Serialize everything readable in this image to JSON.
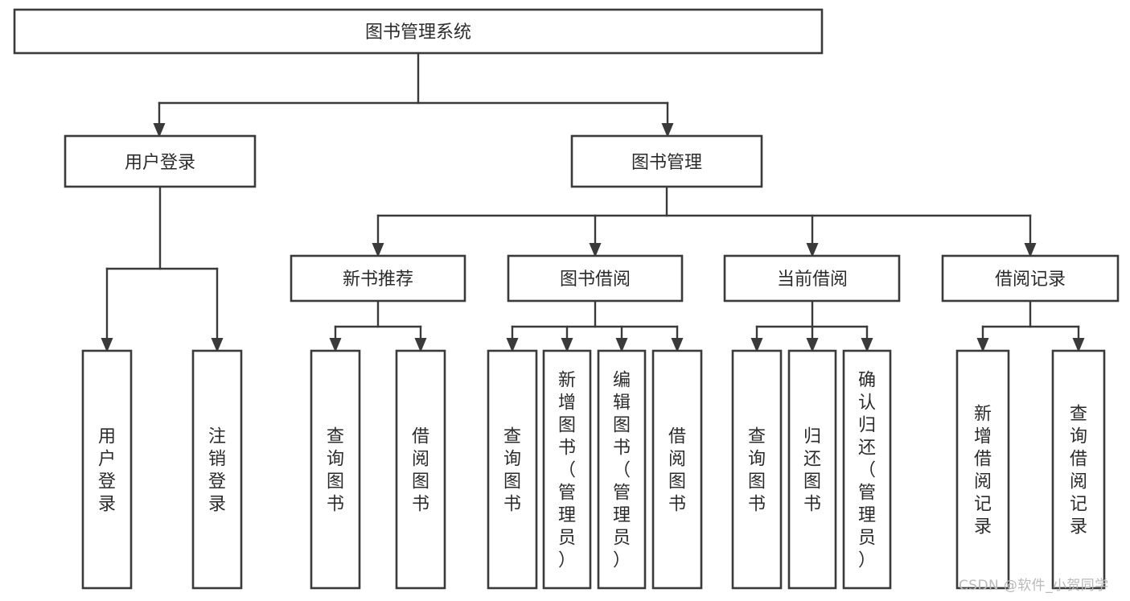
{
  "diagram": {
    "type": "tree",
    "title": "图书管理系统",
    "watermark": "CSDN @软件_小贺同学",
    "colors": {
      "box_stroke": "#3a3a3a",
      "box_fill": "#ffffff",
      "connector": "#3a3a3a",
      "text": "#2b2b2b",
      "watermark": "#b9b9b9",
      "background": "#ffffff"
    },
    "levels": {
      "root": {
        "label": "图书管理系统"
      },
      "level2": [
        {
          "label": "用户登录"
        },
        {
          "label": "图书管理"
        }
      ],
      "level3": [
        {
          "label": "新书推荐"
        },
        {
          "label": "图书借阅"
        },
        {
          "label": "当前借阅"
        },
        {
          "label": "借阅记录"
        }
      ]
    },
    "leaves": {
      "user_login": [
        {
          "label": "用户登录"
        },
        {
          "label": "注销登录"
        }
      ],
      "new_book_recommend": [
        {
          "label": "查询图书"
        },
        {
          "label": "借阅图书"
        }
      ],
      "book_borrow": [
        {
          "label": "查询图书"
        },
        {
          "label": "新增图书（管理员）"
        },
        {
          "label": "编辑图书（管理员）"
        },
        {
          "label": "借阅图书"
        }
      ],
      "current_borrow": [
        {
          "label": "查询图书"
        },
        {
          "label": "归还图书"
        },
        {
          "label": "确认归还（管理员）"
        }
      ],
      "borrow_record": [
        {
          "label": "新增借阅记录"
        },
        {
          "label": "查询借阅记录"
        }
      ]
    }
  }
}
